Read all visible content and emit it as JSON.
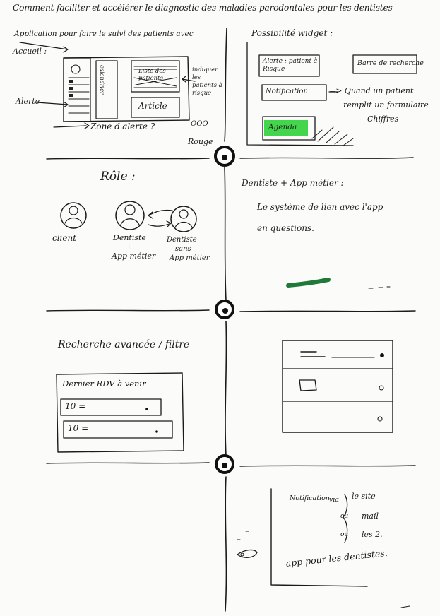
{
  "page": {
    "title": "Comment faciliter et accélérer le diagnostic des maladies parodontales pour les dentistes"
  },
  "panels": {
    "app": {
      "heading": "Application pour faire le suivi des patients avec",
      "accueil_label": "Accueil :",
      "alerte_label": "Alerte",
      "sidebar_vertical": "calendrier",
      "list_header": "Liste des patients",
      "article_label": "Article",
      "side_note": "indiquer les patients à risque",
      "alert_zone_caption": "Zone d'alerte ?",
      "rouge_label": "Rouge",
      "ooo_label": "OOO"
    },
    "widgets": {
      "heading": "Possibilité widget :",
      "alerte_patient": "Alerte : patient à Risque",
      "barre_recherche": "Barre de recherche",
      "notification": "Notification",
      "notif_note_line1": "=> Quand un patient",
      "notif_note_line2": "remplit un formulaire",
      "notif_note_line3": "Chiffres",
      "agenda": "Agenda",
      "agenda_highlight": "#2fd13a"
    },
    "roles": {
      "heading": "Rôle :",
      "client": "client",
      "dentiste_line1": "Dentiste",
      "dentiste_line2": "+",
      "dentiste_line3": "App métier",
      "sans_line1": "Dentiste",
      "sans_line2": "sans",
      "sans_line3": "App métier"
    },
    "dentiste": {
      "heading": "Dentiste + App métier :",
      "line1": "Le système de lien avec l'app",
      "line2": "en questions.",
      "marker_color": "#1f7a3a"
    },
    "recherche": {
      "heading": "Recherche avancée / filtre",
      "card_title": "Dernier RDV à venir",
      "row1": "10 =",
      "row2": "10 ="
    },
    "notif": {
      "label": "Notification",
      "via": "via",
      "opt1": "le site",
      "ou1": "ou",
      "opt2": "mail",
      "ou2": "ou",
      "opt3": "les 2.",
      "footer": "app pour les dentistes."
    }
  }
}
